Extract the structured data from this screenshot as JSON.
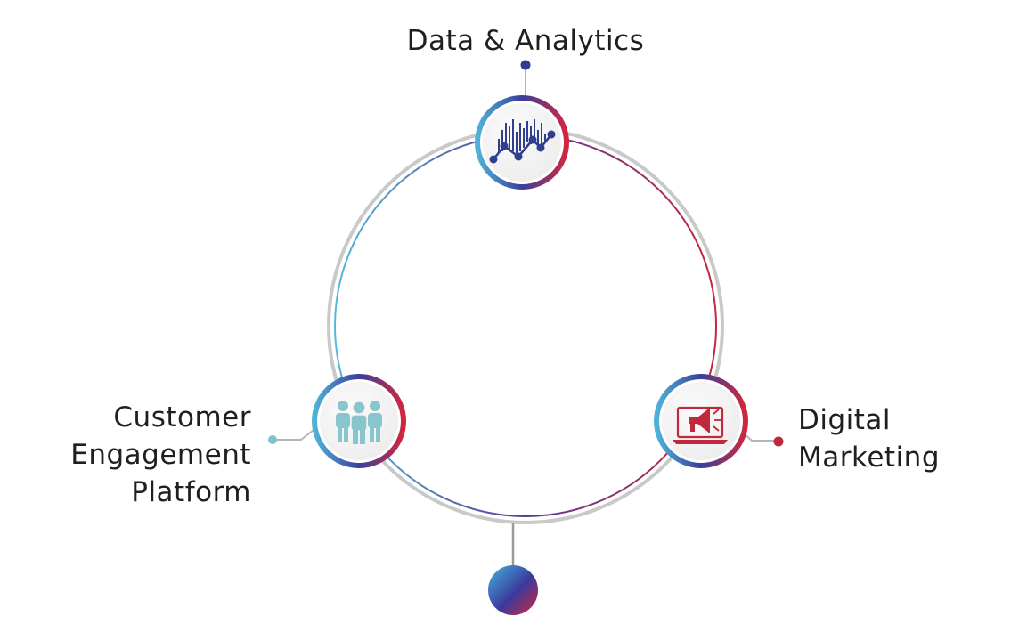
{
  "nodes": [
    {
      "id": "top",
      "label_lines": [
        "Data & Analytics"
      ],
      "icon": "analytics-chart-icon",
      "accent": "#2e3d8f"
    },
    {
      "id": "left",
      "label_lines": [
        "Customer",
        "Engagement",
        "Platform"
      ],
      "icon": "people-group-icon",
      "accent": "#7ec3c9"
    },
    {
      "id": "right",
      "label_lines": [
        "Digital",
        "Marketing"
      ],
      "icon": "megaphone-laptop-icon",
      "accent": "#c2283c"
    }
  ],
  "colors": {
    "ring_gray": "#c8c8c8",
    "gradient_blue": "#4fb3d9",
    "gradient_indigo": "#3a3f9a",
    "gradient_red": "#d1263e",
    "node_fill": "#f1f1f1"
  }
}
